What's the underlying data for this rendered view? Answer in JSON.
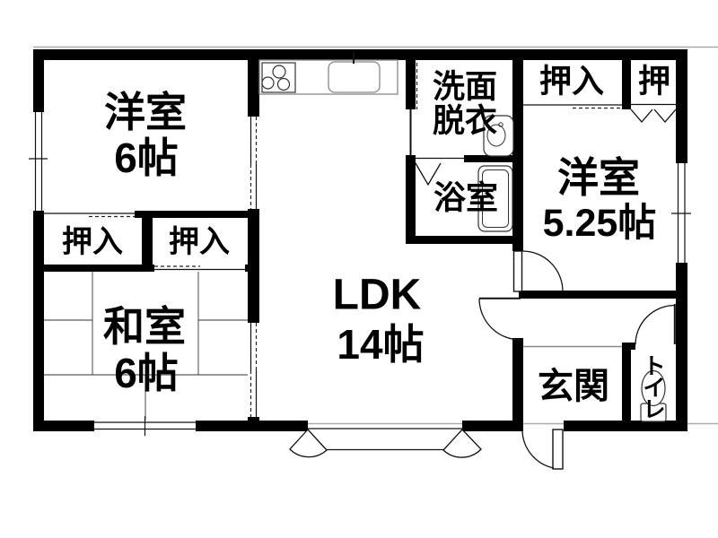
{
  "plan": {
    "type": "japanese-apartment-floor-plan",
    "rooms": {
      "western_nw": {
        "name": "洋室",
        "size": "6帖"
      },
      "closet_nw_left": {
        "name": "押入"
      },
      "closet_nw_right": {
        "name": "押入"
      },
      "japanese_room": {
        "name": "和室",
        "size": "6帖"
      },
      "ldk": {
        "name": "LDK",
        "size": "14帖"
      },
      "washroom": {
        "name_line1": "洗面",
        "name_line2": "脱衣"
      },
      "bath": {
        "name": "浴室"
      },
      "closet_ne": {
        "name": "押入"
      },
      "closet_ne_small": {
        "name": "押"
      },
      "western_e": {
        "name": "洋室",
        "size": "5.25帖"
      },
      "entrance": {
        "name": "玄関"
      },
      "toilet": {
        "name": "トイレ",
        "chars": [
          "ト",
          "イ",
          "レ"
        ]
      }
    },
    "fixtures": {
      "stove": "gas-stove-icon",
      "sink": "kitchen-sink-icon",
      "washbasin": "washbasin-icon",
      "bathtub": "bathtub-icon",
      "toilet_bowl": "toilet-bowl-icon"
    },
    "colors": {
      "wall": "#000000",
      "background": "#ffffff",
      "fixture_line": "#333333",
      "counter_line": "#888888",
      "shadow_line": "#aaaaaa"
    }
  }
}
